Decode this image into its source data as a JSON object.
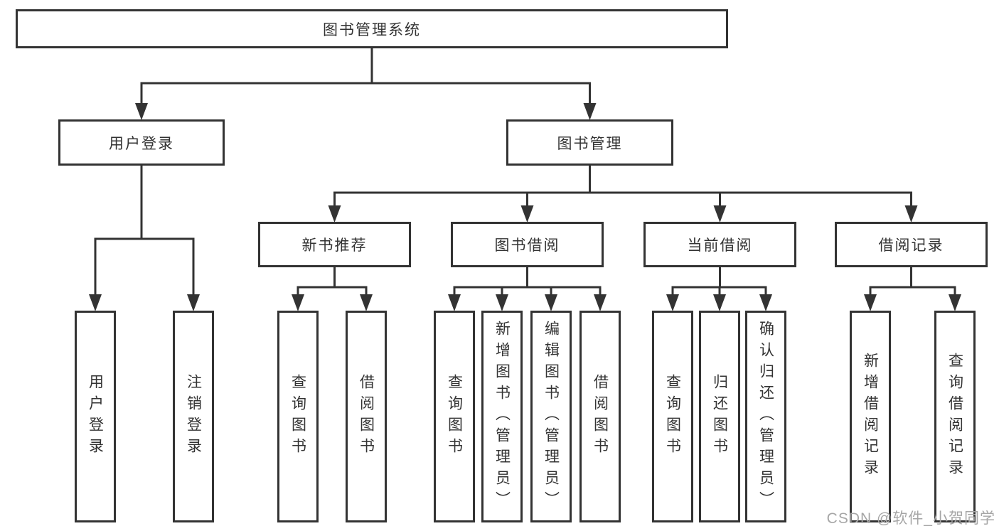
{
  "diagram": {
    "root": "图书管理系统",
    "level2": {
      "user_login": "用户登录",
      "book_mgmt": "图书管理"
    },
    "level3": {
      "new_book_rec": "新书推荐",
      "book_borrow": "图书借阅",
      "current_borrow": "当前借阅",
      "borrow_records": "借阅记录"
    },
    "leaves": {
      "ul_login": "用户登录",
      "ul_logout": "注销登录",
      "nb_query": "查询图书",
      "nb_borrow": "借阅图书",
      "bb_query": "查询图书",
      "bb_add": "新增图书（管理员）",
      "bb_edit": "编辑图书（管理员）",
      "bb_borrow": "借阅图书",
      "cb_query": "查询图书",
      "cb_return": "归还图书",
      "cb_confirm": "确认归还（管理员）",
      "br_add": "新增借阅记录",
      "br_query": "查询借阅记录"
    }
  },
  "watermark": "CSDN @软件_小贺同学",
  "colors": {
    "line": "#333333",
    "box_fill": "#ffffff",
    "text": "#333333",
    "watermark": "#a6a6a6"
  }
}
